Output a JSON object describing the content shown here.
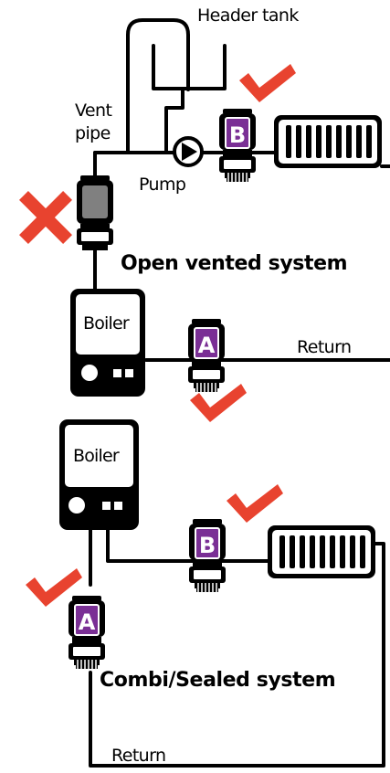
{
  "labels": {
    "header_tank": "Header tank",
    "vent_pipe_line1": "Vent",
    "vent_pipe_line2": "pipe",
    "pump": "Pump",
    "open_vented_system": "Open vented system",
    "combi_sealed_system": "Combi/Sealed system",
    "return_top": "Return",
    "return_bottom": "Return",
    "boiler_top": "Boiler",
    "boiler_bottom": "Boiler"
  },
  "filters": {
    "top_b": "B",
    "top_a": "A",
    "bottom_b": "B",
    "bottom_a": "A"
  },
  "colors": {
    "pipe": "#000000",
    "filter_badge": "#7a2f95",
    "check_mark": "#e8432f",
    "cross_mark": "#e8432f",
    "bad_filter_body": "#808080"
  },
  "icons": {
    "ok": "check-icon",
    "bad": "cross-icon"
  }
}
